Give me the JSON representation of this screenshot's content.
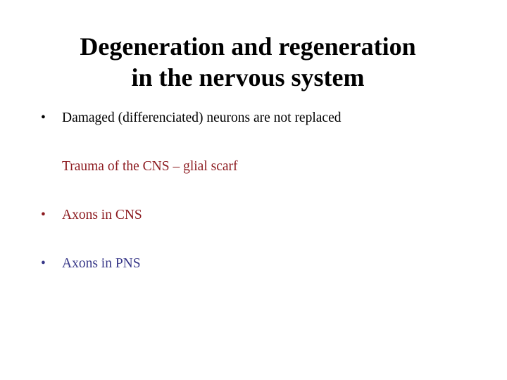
{
  "slide": {
    "background_color": "#FFFFFF",
    "title": {
      "lines": [
        "Degeneration and regeneration",
        "in the nervous system"
      ],
      "color": "#000000"
    },
    "body": {
      "lines": [
        {
          "text": "Damaged (differenciated) neurons are not replaced",
          "bullet": "•",
          "has_bullet": true,
          "color": "#000000"
        },
        {
          "text": "Trauma of the CNS – glial scarf",
          "bullet": "",
          "has_bullet": false,
          "color": "#8C1A1F"
        },
        {
          "text": "Axons in CNS",
          "bullet": "•",
          "has_bullet": true,
          "color": "#8C1A1F"
        },
        {
          "text": "Axons in PNS",
          "bullet": "•",
          "has_bullet": true,
          "color": "#373788"
        }
      ]
    }
  }
}
